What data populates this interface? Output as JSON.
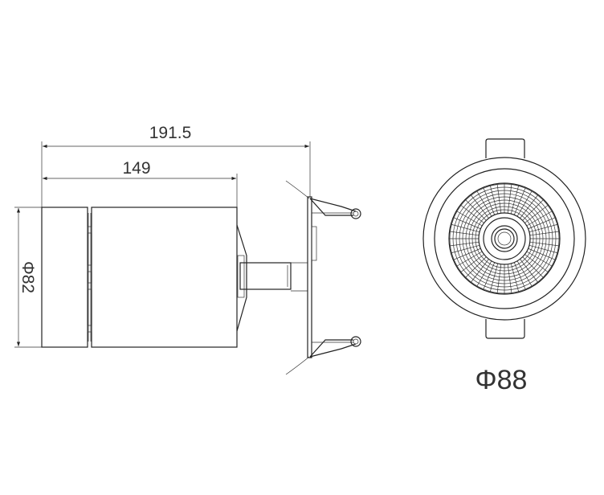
{
  "drawing": {
    "side_view": {
      "overall_length_label": "191.5",
      "body_length_label": "149",
      "body_diameter_label": "Φ82"
    },
    "front_view": {
      "cutout_diameter_label": "Φ88"
    }
  }
}
